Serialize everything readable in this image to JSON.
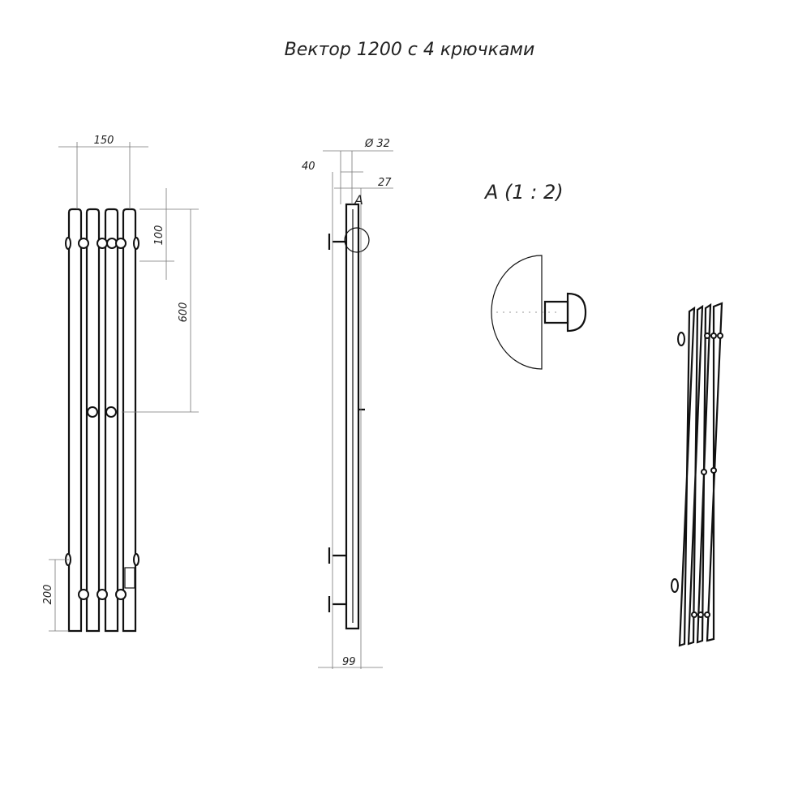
{
  "title": "Вектор 1200 с 4 крючками",
  "front_view": {
    "dim_width": "150",
    "dim_top_hook": "100",
    "dim_hook_spacing": "600",
    "dim_bottom_hook": "200"
  },
  "side_view": {
    "dim_diameter": "Ø 32",
    "dim_offset": "40",
    "dim_tube": "27",
    "dim_depth": "99",
    "detail_marker": "A"
  },
  "detail": {
    "label": "A (1 : 2)"
  }
}
